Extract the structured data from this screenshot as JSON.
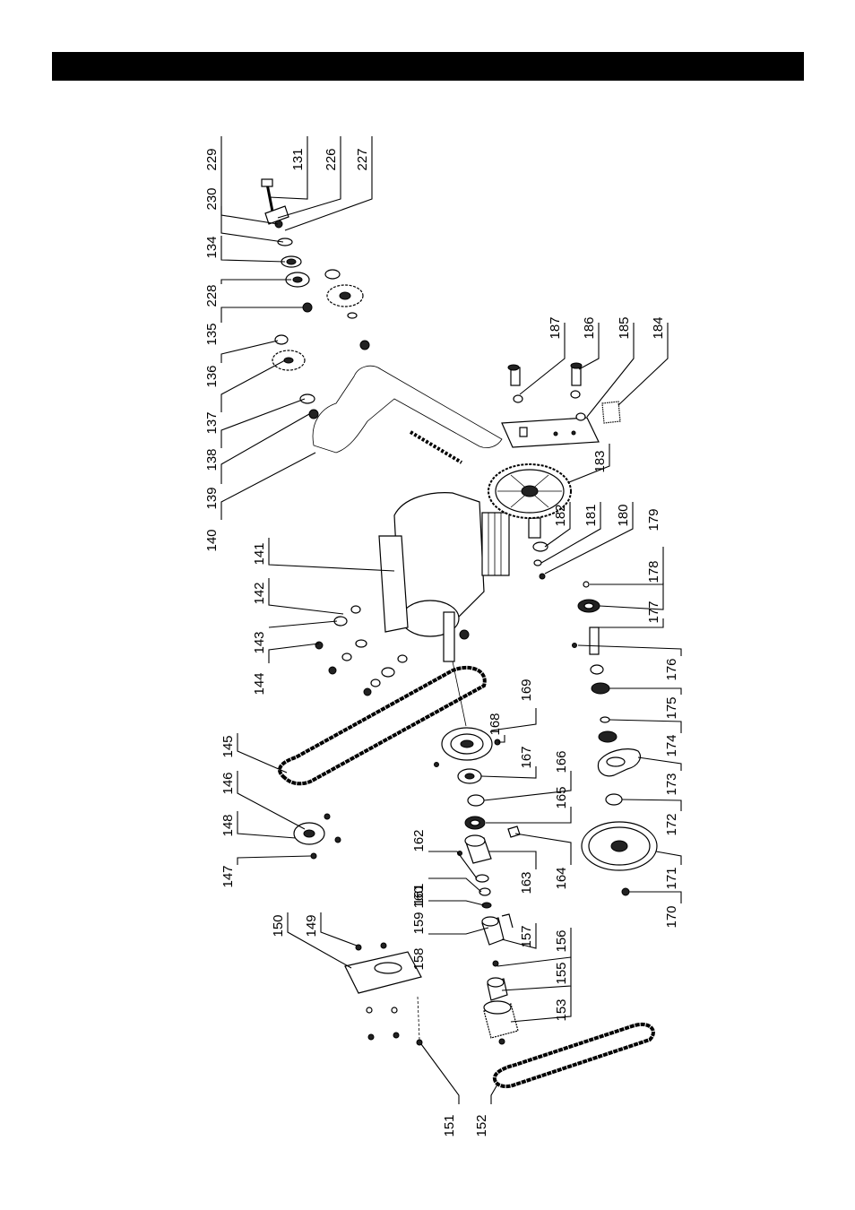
{
  "header": {
    "text": ""
  },
  "diagram": {
    "callouts": [
      "229",
      "131",
      "226",
      "227",
      "230",
      "134",
      "228",
      "135",
      "136",
      "137",
      "138",
      "139",
      "140",
      "141",
      "142",
      "143",
      "144",
      "145",
      "146",
      "148",
      "147",
      "150",
      "149",
      "151",
      "152",
      "153",
      "155",
      "156",
      "157",
      "158",
      "159",
      "160",
      "161",
      "162",
      "163",
      "164",
      "165",
      "166",
      "167",
      "168",
      "169",
      "170",
      "171",
      "172",
      "173",
      "174",
      "175",
      "176",
      "177",
      "178",
      "179",
      "180",
      "181",
      "182",
      "183",
      "184",
      "185",
      "186",
      "187"
    ]
  }
}
